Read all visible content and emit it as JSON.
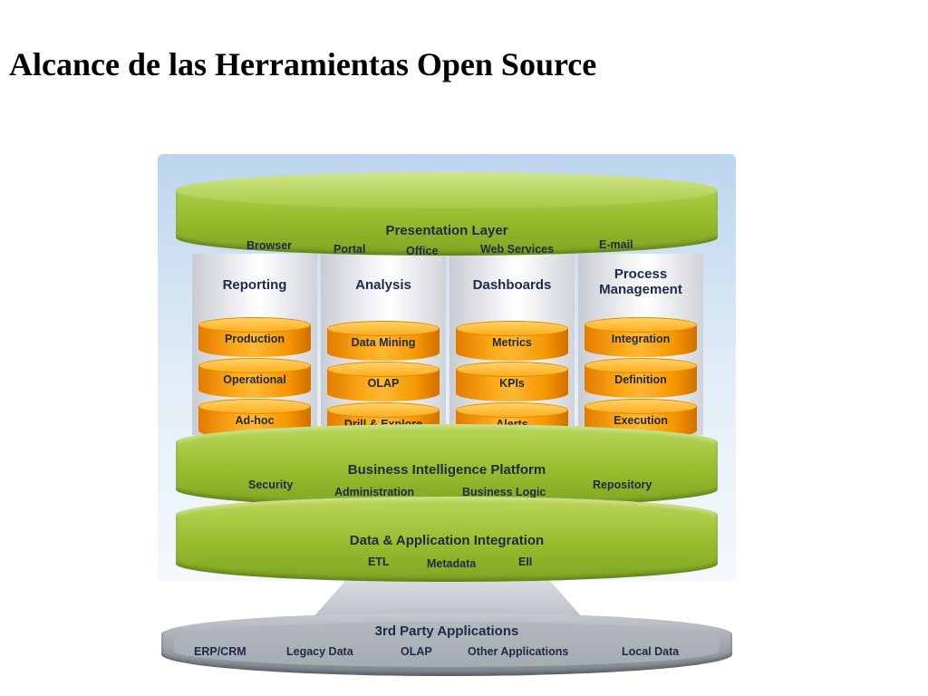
{
  "title": "Alcance de las Herramientas Open Source",
  "diagram": {
    "presentation_layer": {
      "title": "Presentation Layer",
      "items": [
        "Browser",
        "Portal",
        "Office",
        "Web Services",
        "E-mail"
      ]
    },
    "columns": [
      {
        "title": "Reporting",
        "cylinders": [
          "Production",
          "Operational",
          "Ad-hoc"
        ]
      },
      {
        "title": "Analysis",
        "cylinders": [
          "Data Mining",
          "OLAP",
          "Drill & Explore"
        ]
      },
      {
        "title": "Dashboards",
        "cylinders": [
          "Metrics",
          "KPIs",
          "Alerts"
        ]
      },
      {
        "title": "Process\nManagement",
        "cylinders": [
          "Integration",
          "Definition",
          "Execution"
        ]
      }
    ],
    "bi_platform": {
      "title": "Business Intelligence Platform",
      "items": [
        "Security",
        "Administration",
        "Business Logic",
        "Repository"
      ]
    },
    "data_integration": {
      "title": "Data & Application Integration",
      "items": [
        "ETL",
        "Metadata",
        "EII"
      ]
    },
    "third_party": {
      "title": "3rd Party Applications",
      "items": [
        "ERP/CRM",
        "Legacy Data",
        "OLAP",
        "Other Applications",
        "Local Data"
      ]
    },
    "colors": {
      "green": "#98bd2e",
      "orange": "#ffac1a",
      "gray": "#9aa0a7",
      "backdrop": "#bcd5ee",
      "text": "#1e2a48"
    }
  }
}
